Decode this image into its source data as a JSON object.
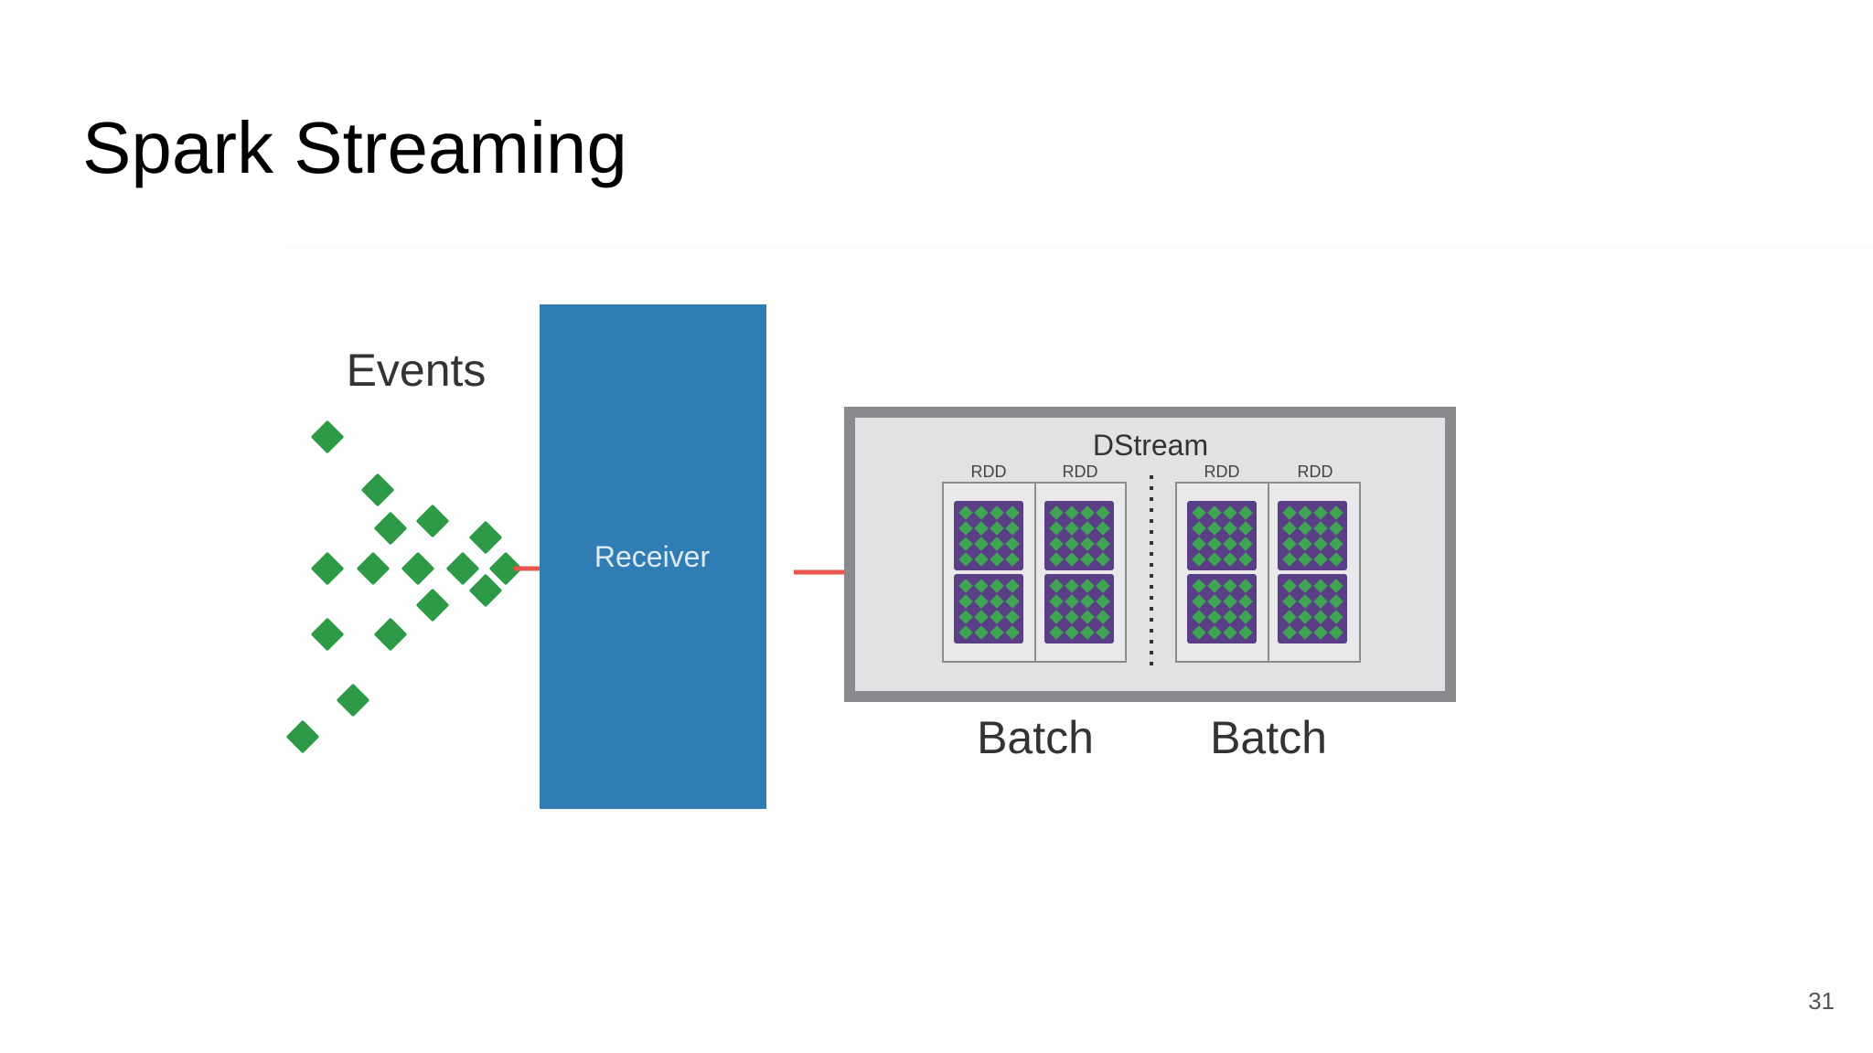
{
  "slide": {
    "title": "Spark Streaming",
    "page_number": "31"
  },
  "diagram": {
    "events_label": "Events",
    "receiver_label": "Receiver",
    "dstream_label": "DStream",
    "rdd_labels": [
      "RDD",
      "RDD",
      "RDD",
      "RDD"
    ],
    "batch_labels": [
      "Batch",
      "Batch"
    ]
  },
  "colors": {
    "event_green": "#2e9a48",
    "receiver_blue": "#2f7db3",
    "arrow_red": "#e8564d",
    "dstream_border": "#8a8a8e",
    "dstream_fill": "#e2e2e4",
    "rdd_purple": "#5a3f86"
  }
}
